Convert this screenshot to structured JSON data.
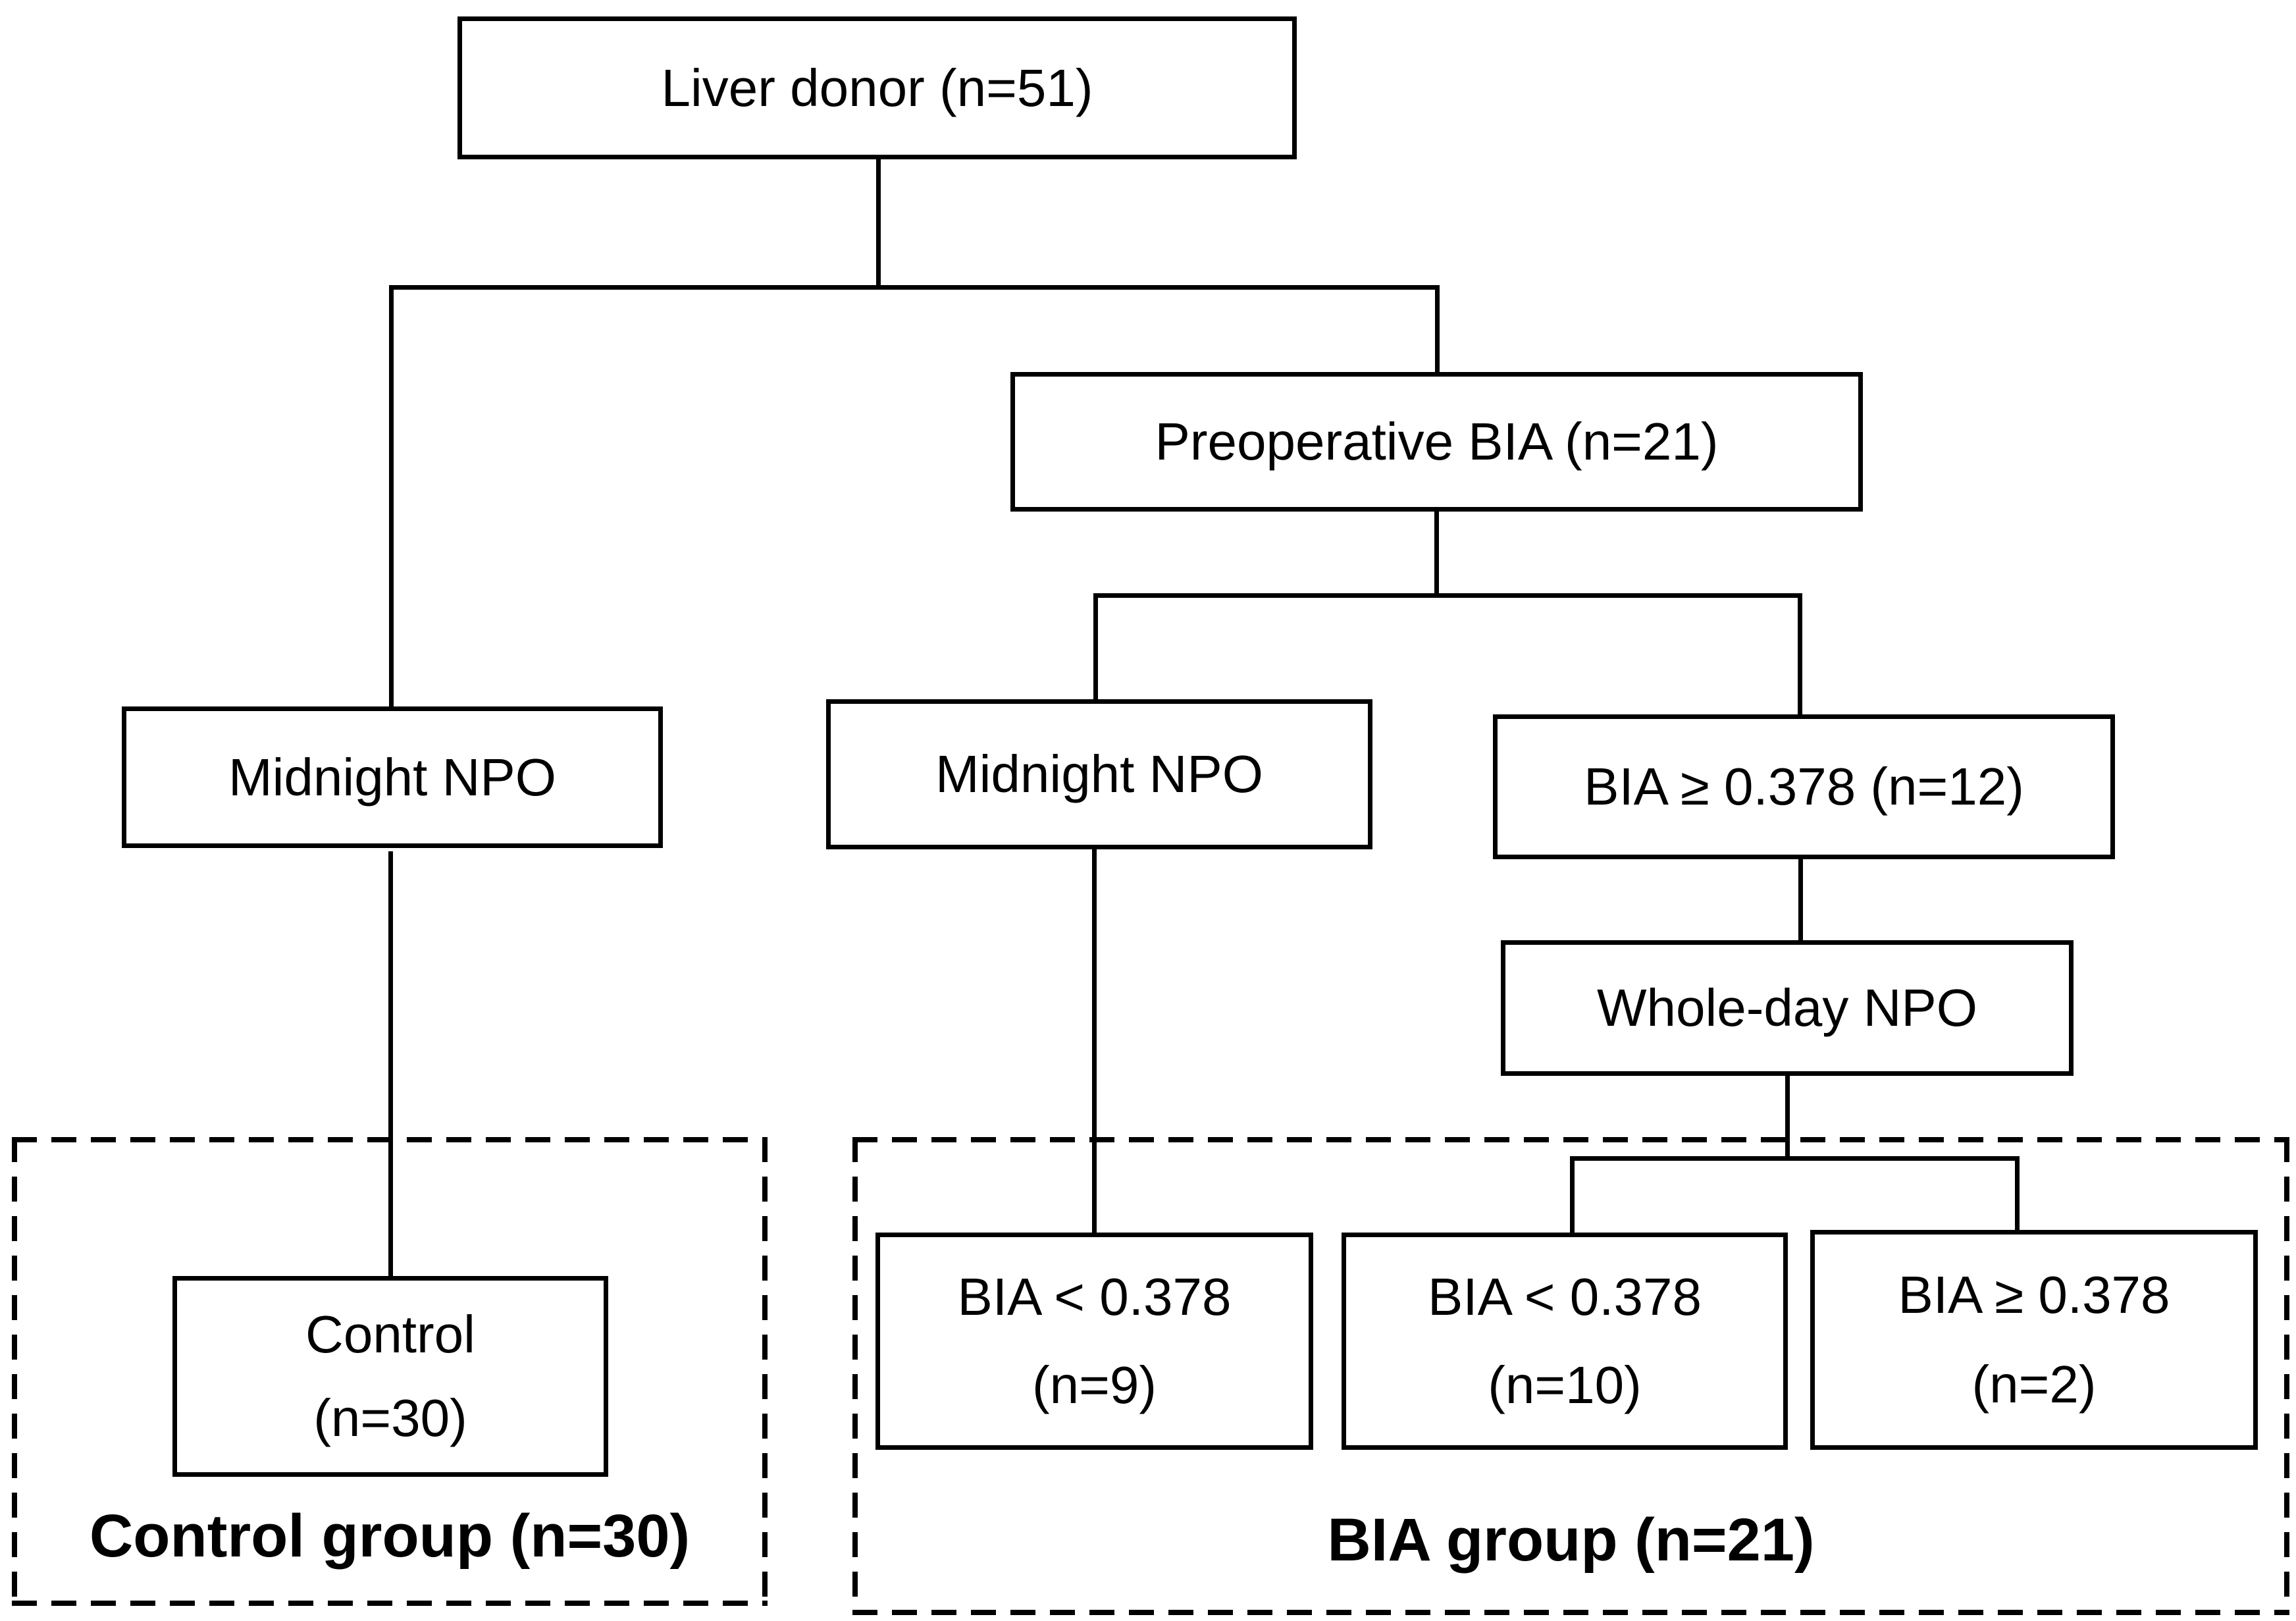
{
  "figure": {
    "type": "flowchart",
    "background_color": "#ffffff",
    "line_color": "#000000",
    "text_color": "#000000",
    "nodes": {
      "liver_donor": {
        "label": "Liver donor (n=51)"
      },
      "preoperative_bia": {
        "label": "Preoperative BIA (n=21)"
      },
      "midnight_npo_control": {
        "label": "Midnight NPO"
      },
      "midnight_npo_bia": {
        "label": "Midnight NPO"
      },
      "bia_ge_378_n12": {
        "label": "BIA ≥ 0.378 (n=12)"
      },
      "whole_day_npo": {
        "label": "Whole-day NPO"
      },
      "control": {
        "lines": [
          "Control",
          "(n=30)"
        ]
      },
      "bia_lt_378_n9": {
        "lines": [
          "BIA < 0.378",
          "(n=9)"
        ]
      },
      "bia_lt_378_n10": {
        "lines": [
          "BIA < 0.378",
          "(n=10)"
        ]
      },
      "bia_ge_378_n2": {
        "lines": [
          "BIA ≥ 0.378",
          "(n=2)"
        ]
      }
    },
    "groups": {
      "control_group": {
        "label": "Control group (n=30)"
      },
      "bia_group": {
        "label": "BIA group (n=21)"
      }
    }
  }
}
